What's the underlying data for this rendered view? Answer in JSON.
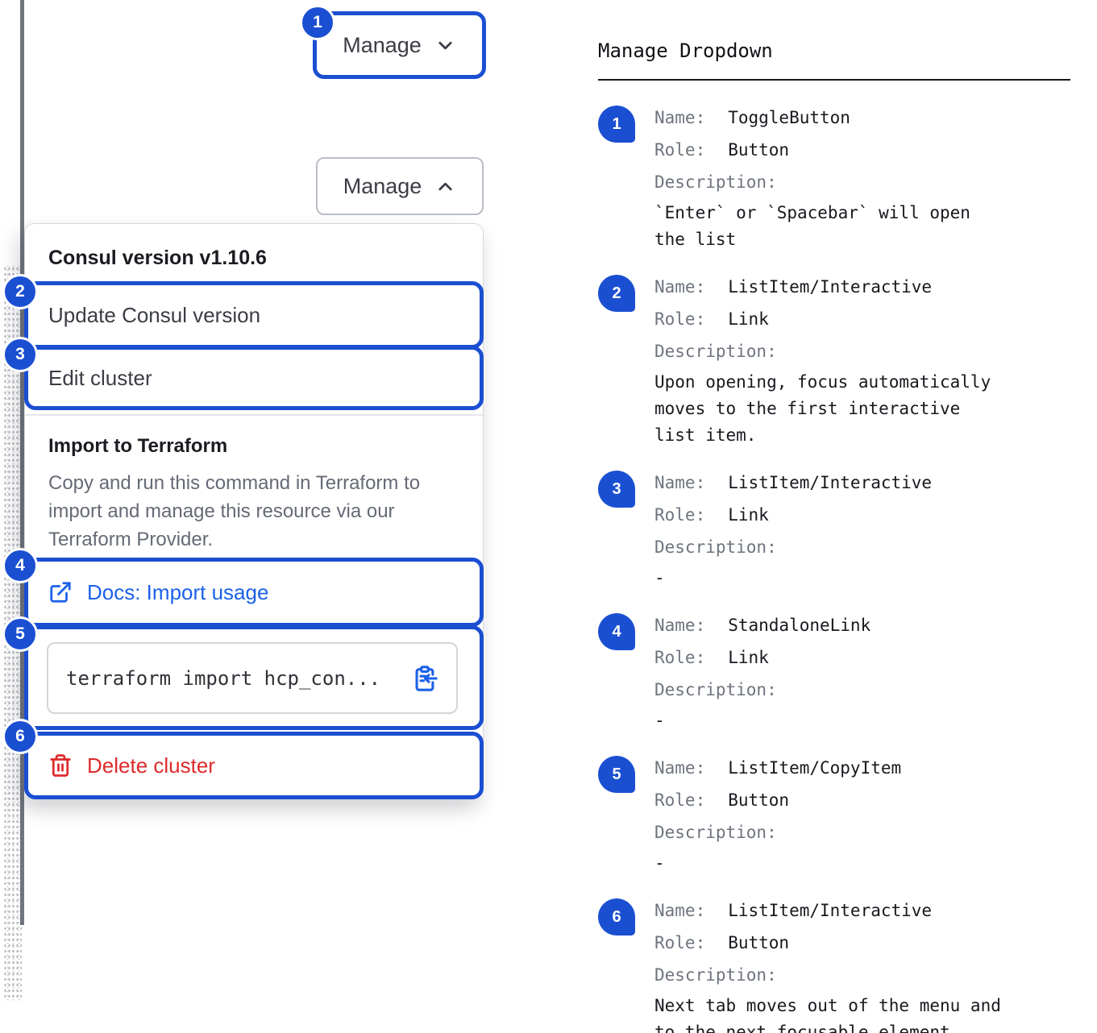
{
  "colors": {
    "annotation_blue": "#1B4FD2",
    "link_blue": "#1C61E9",
    "danger_red": "#DE2A2A",
    "text_primary": "#3B3D45",
    "text_muted": "#656A76",
    "button_border_gray": "#B9BEC6",
    "panel_border_gray": "#D7D9DE"
  },
  "toggle_button": {
    "label": "Manage"
  },
  "open_button": {
    "label": "Manage"
  },
  "dropdown": {
    "title": "Consul version v1.10.6",
    "update_label": "Update Consul version",
    "edit_label": "Edit cluster",
    "import_heading": "Import to Terraform",
    "import_description": "Copy and run this command in Terraform to import and manage this resource via our Terraform Provider.",
    "docs_link_label": "Docs: Import usage",
    "code_snippet": "terraform import hcp_con...",
    "delete_label": "Delete cluster"
  },
  "annotations_panel": {
    "heading": "Manage Dropdown",
    "label_name": "Name:",
    "label_role": "Role:",
    "label_description": "Description:",
    "items": [
      {
        "num": "1",
        "name": "ToggleButton",
        "role": "Button",
        "description": "`Enter` or `Spacebar` will open\nthe list"
      },
      {
        "num": "2",
        "name": "ListItem/Interactive",
        "role": "Link",
        "description": "Upon opening, focus automatically\nmoves to the first interactive\nlist item."
      },
      {
        "num": "3",
        "name": "ListItem/Interactive",
        "role": "Link",
        "description": "-"
      },
      {
        "num": "4",
        "name": "StandaloneLink",
        "role": "Link",
        "description": "-"
      },
      {
        "num": "5",
        "name": "ListItem/CopyItem",
        "role": "Button",
        "description": "-"
      },
      {
        "num": "6",
        "name": "ListItem/Interactive",
        "role": "Button",
        "description": "Next tab moves out of the menu and\nto the next focusable element"
      }
    ]
  }
}
